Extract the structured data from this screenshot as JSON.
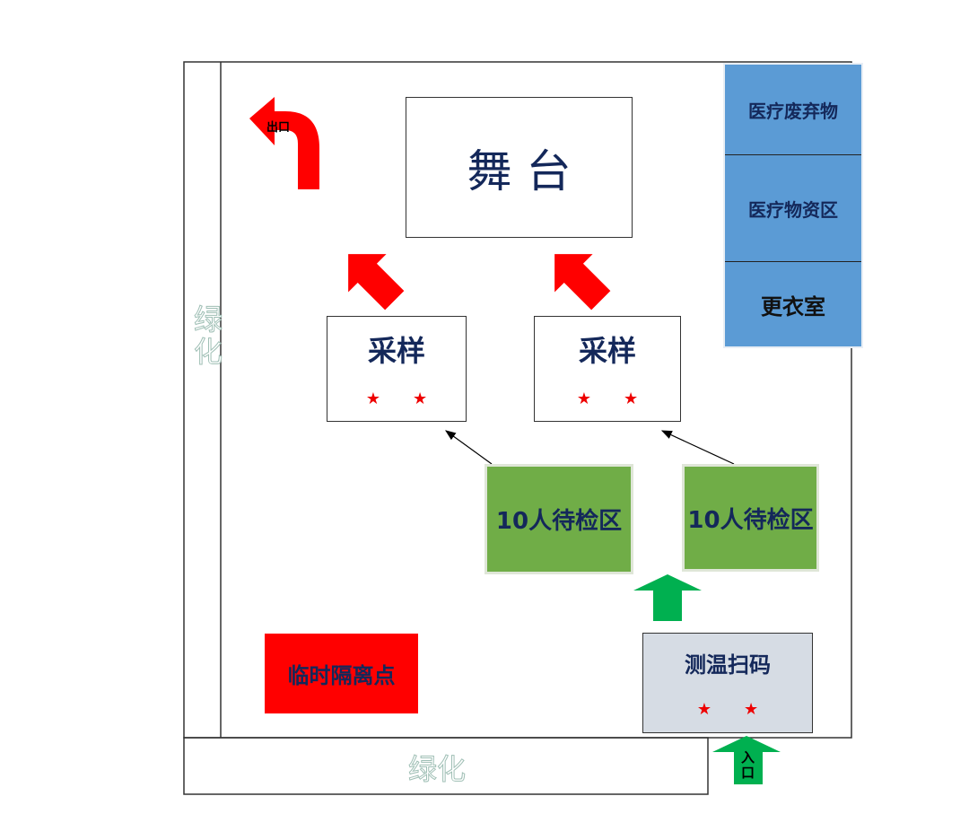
{
  "stage": "舞 台",
  "exit": "出口",
  "entrance": "入口",
  "greenery_left": "绿化",
  "greenery_bottom": "绿化",
  "side_rooms": [
    "医疗废弃物",
    "医疗物资区",
    "更衣室"
  ],
  "sampling": [
    {
      "label": "采样",
      "stars": "★　　★"
    },
    {
      "label": "采样",
      "stars": "★　　★"
    }
  ],
  "waiting": [
    "10人待检区",
    "10人待检区"
  ],
  "isolation": "临时隔离点",
  "checkpoint": {
    "label": "测温扫码",
    "stars": "★　　★"
  },
  "colors": {
    "red": "#ff0000",
    "green": "#00b050",
    "waiting_fill": "#70ad47",
    "side_fill": "#5b9bd5",
    "checkpoint_fill": "#d6dce4",
    "text": "#14285a"
  }
}
